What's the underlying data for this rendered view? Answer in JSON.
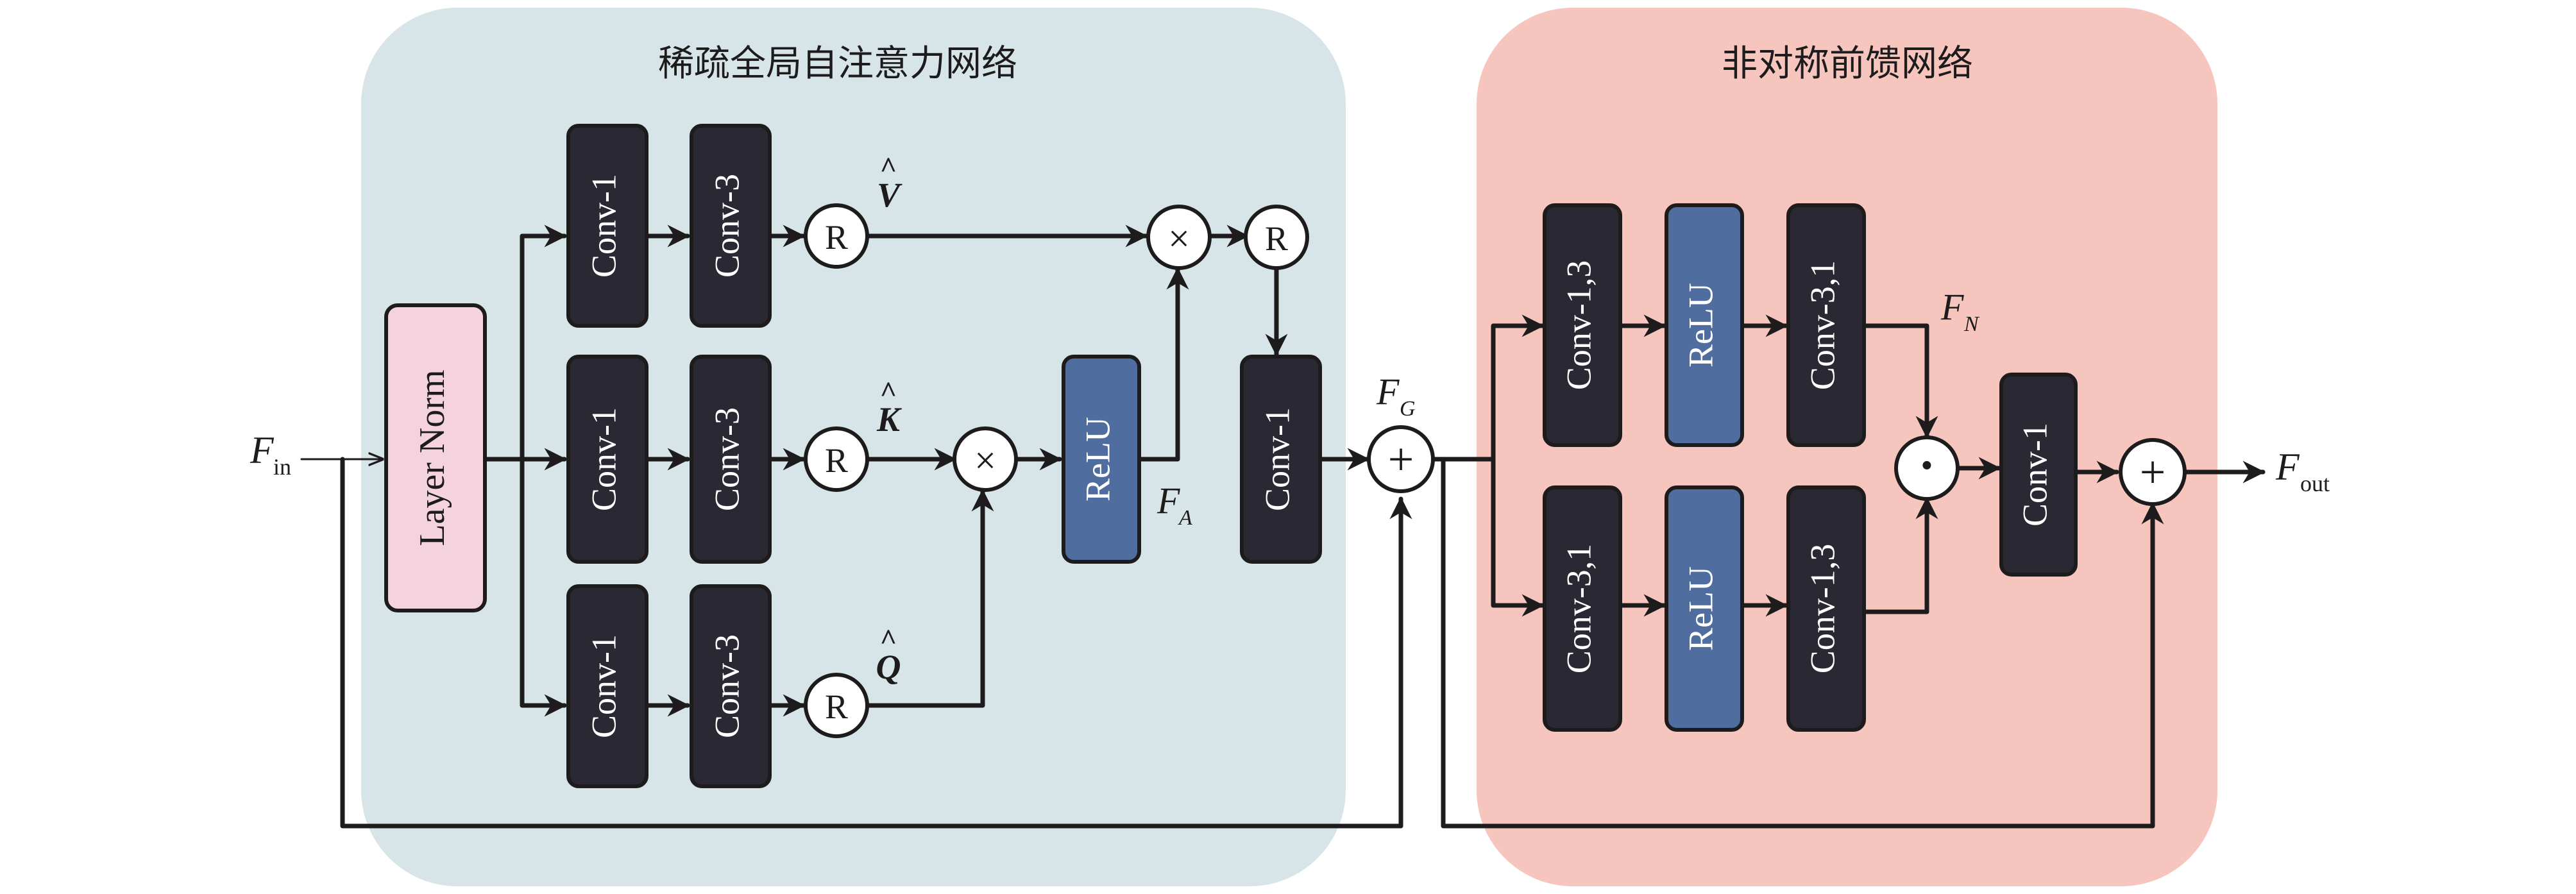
{
  "colors": {
    "attention_panel": "#d7e5e8",
    "ffn_panel": "#f6c5bd",
    "conv_block": "#2a2832",
    "relu_block": "#4f6e9f",
    "norm_block": "#f4d3df",
    "stroke": "#1d1b1b",
    "text_light": "#ffffff",
    "text_dark": "#1d1b1b"
  },
  "panels": {
    "attention_title": "稀疏全局自注意力网络",
    "ffn_title": "非对称前馈网络"
  },
  "blocks": {
    "layer_norm": "Layer Norm",
    "conv1_v": "Conv-1",
    "conv3_v": "Conv-3",
    "conv1_k": "Conv-1",
    "conv3_k": "Conv-3",
    "conv1_q": "Conv-1",
    "conv3_q": "Conv-3",
    "relu_attn": "ReLU",
    "conv1_out": "Conv-1",
    "ffn_conv13_top": "Conv-1,3",
    "ffn_relu_top": "ReLU",
    "ffn_conv31_top": "Conv-3,1",
    "ffn_conv31_bottom": "Conv-3,1",
    "ffn_relu_bottom": "ReLU",
    "ffn_conv13_bottom": "Conv-1,3",
    "ffn_conv1_out": "Conv-1"
  },
  "operators": {
    "reshape": "R",
    "multiply": "×",
    "add": "+",
    "hadamard": "·"
  },
  "labels": {
    "v_hat": {
      "base": "V",
      "accent": "^"
    },
    "k_hat": {
      "base": "K",
      "accent": "^"
    },
    "q_hat": {
      "base": "Q",
      "accent": "^"
    },
    "f_in": {
      "base": "F",
      "sub": "in"
    },
    "f_a": {
      "base": "F",
      "sub": "A"
    },
    "f_g": {
      "base": "F",
      "sub": "G"
    },
    "f_n": {
      "base": "F",
      "sub": "N"
    },
    "f_out": {
      "base": "F",
      "sub": "out"
    }
  }
}
